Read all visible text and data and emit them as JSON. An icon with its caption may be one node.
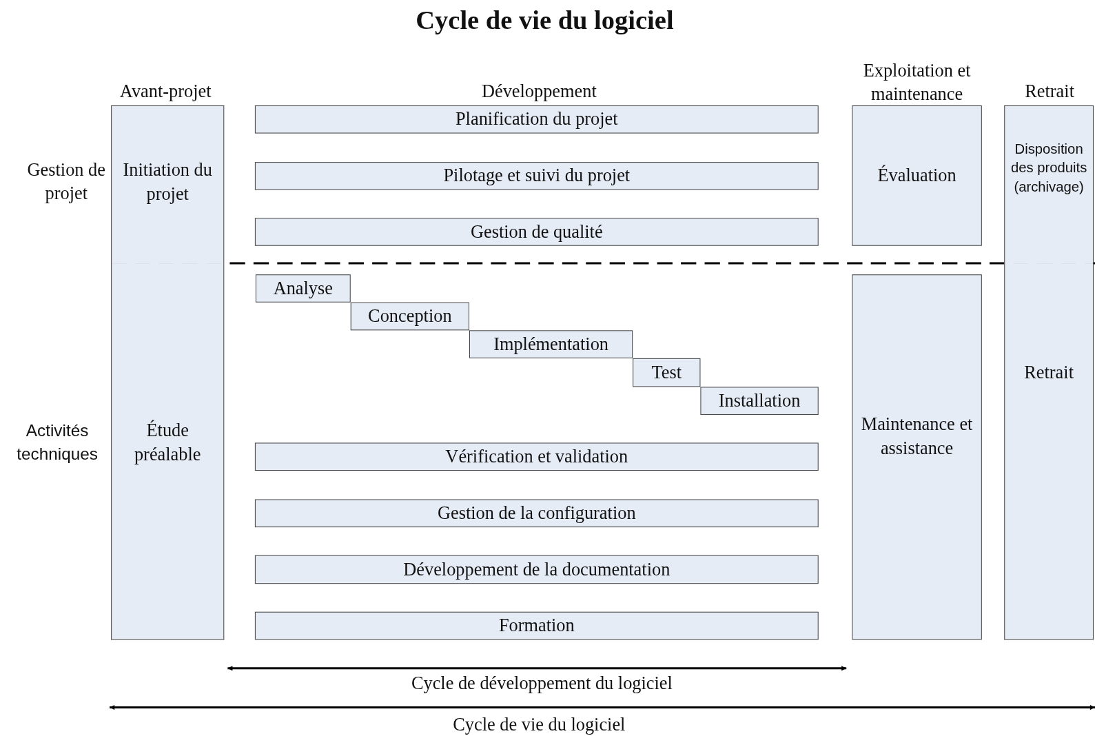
{
  "diagram": {
    "title": "Cycle de vie du logiciel",
    "nodes": [
      {
        "text": [
          "Initiation du projet"
        ]
      },
      {
        "text": [
          "Étude préalable"
        ]
      },
      {
        "text": [
          "Planification du projet"
        ]
      },
      {
        "text": [
          "Pilotage et suivi du projet"
        ]
      },
      {
        "text": [
          "Gestion de qualité"
        ]
      },
      {
        "text": [
          "Analyse"
        ]
      },
      {
        "text": [
          "Conception"
        ]
      },
      {
        "text": [
          "Implémentation"
        ]
      },
      {
        "text": [
          "Test"
        ]
      },
      {
        "text": [
          "Installation"
        ]
      },
      {
        "text": [
          "Vérification et validation"
        ]
      },
      {
        "text": [
          "Gestion de la configuration"
        ]
      },
      {
        "text": [
          "Développement de la documentation"
        ]
      },
      {
        "text": [
          "Formation"
        ]
      },
      {
        "text": [
          "Évaluation"
        ]
      },
      {
        "text": [
          "Maintenance et assistance"
        ]
      },
      {
        "text": [
          "Disposition des produits (archivage)"
        ]
      },
      {
        "text": [
          "Retrait"
        ]
      }
    ],
    "labels": [
      "Avant-projet",
      "Développement",
      "Exploitation et maintenance",
      "Retrait",
      "Gestion de projet",
      "Activités techniques",
      "Cycle de développement du logiciel",
      "Cycle de vie du logiciel"
    ]
  }
}
